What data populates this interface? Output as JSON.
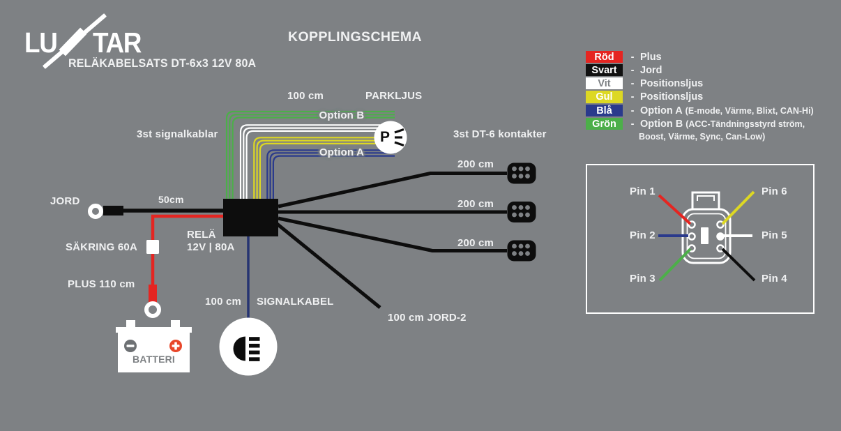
{
  "colors": {
    "background": "#7e8184",
    "red": "#e52521",
    "black": "#111111",
    "white": "#ffffff",
    "yellow": "#ddd823",
    "blue": "#2a3a8c",
    "green": "#4caf49",
    "navy": "#263472",
    "text": "#f0f1f2",
    "battery_plus": "#e8472a",
    "battery_gray": "#6d7073",
    "wire_black": "#0d0d0d"
  },
  "brand": {
    "name_left": "LU",
    "name_right": "TAR",
    "subtitle": "RELÄKABELSATS DT-6x3  12V 80A"
  },
  "title": "KOPPLINGSCHEMA",
  "legend": {
    "separator": "-",
    "items": [
      {
        "swatch": "Röd",
        "color": "#e52521",
        "desc": "Plus",
        "detail": ""
      },
      {
        "swatch": "Svart",
        "color": "#111111",
        "desc": "Jord",
        "detail": ""
      },
      {
        "swatch": "Vit",
        "color": "#ffffff",
        "desc": "Positionsljus",
        "detail": ""
      },
      {
        "swatch": "Gul",
        "color": "#ddd823",
        "desc": "Positionsljus",
        "detail": ""
      },
      {
        "swatch": "Blå",
        "color": "#2a3a8c",
        "desc": "Option A",
        "detail": "(E-mode, Värme, Blixt, CAN-Hi)"
      },
      {
        "swatch": "Grön",
        "color": "#4caf49",
        "desc": "Option B",
        "detail": "(ACC-Tändningsstyrd ström,",
        "detail2": "Boost, Värme, Sync, Can-Low)"
      }
    ]
  },
  "diagram": {
    "labels": {
      "jord": "JORD",
      "wire50": "50cm",
      "fuse": "SÄKRING 60A",
      "plus_wire": "PLUS 110 cm",
      "battery": "BATTERI",
      "relay_line1": "RELÄ",
      "relay_line2": "12V | 80A",
      "signal_cables": "3st signalkablar",
      "wire100_top": "100 cm",
      "parkljus": "PARKLJUS",
      "option_b": "Option B",
      "option_a": "Option A",
      "connectors": "3st DT-6 kontakter",
      "wire200_1": "200 cm",
      "wire200_2": "200 cm",
      "wire200_3": "200 cm",
      "wire100_bottom": "100 cm",
      "signal_cable": "SIGNALKABEL",
      "jord2": "100 cm JORD-2",
      "parkljus_symbol_letter": "P"
    },
    "pins": {
      "pin1": "Pin 1",
      "pin2": "Pin 2",
      "pin3": "Pin 3",
      "pin4": "Pin 4",
      "pin5": "Pin 5",
      "pin6": "Pin 6"
    }
  }
}
